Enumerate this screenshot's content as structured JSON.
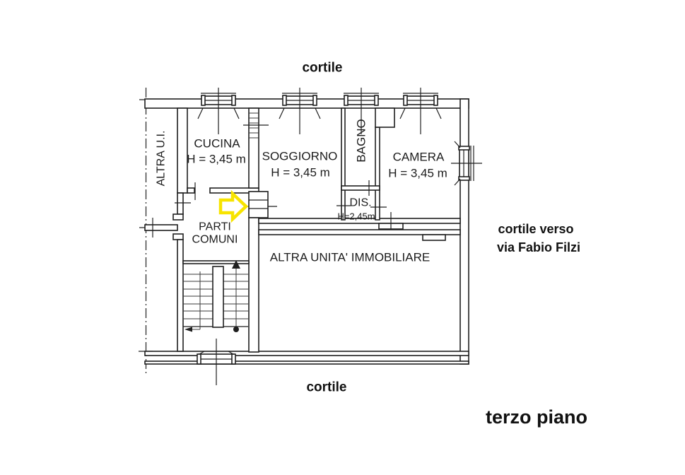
{
  "surroundings": {
    "cortile_top": "cortile",
    "cortile_bottom": "cortile",
    "cortile_right_line1": "cortile verso",
    "cortile_right_line2": "via Fabio Filzi"
  },
  "floor_label": "terzo piano",
  "rooms": {
    "altra_ui": {
      "name": "ALTRA U.I."
    },
    "cucina": {
      "name": "CUCINA",
      "height": "H = 3,45 m"
    },
    "soggiorno": {
      "name": "SOGGIORNO",
      "height": "H = 3,45 m"
    },
    "bagno": {
      "name": "BAGNO"
    },
    "camera": {
      "name": "CAMERA",
      "height": "H = 3,45 m"
    },
    "dis": {
      "name": "DIS.",
      "height": "H=2,45m"
    },
    "parti_comuni": {
      "line1": "PARTI",
      "line2": "COMUNI"
    },
    "altra_unita_immobiliare": {
      "name": "ALTRA UNITA' IMMOBILIARE"
    }
  },
  "icons": {
    "entrance_arrow": "yellow-right-arrow"
  },
  "colors": {
    "line": "#1f1f1f",
    "entrance_arrow_stroke": "#f7e400",
    "background": "#ffffff"
  }
}
